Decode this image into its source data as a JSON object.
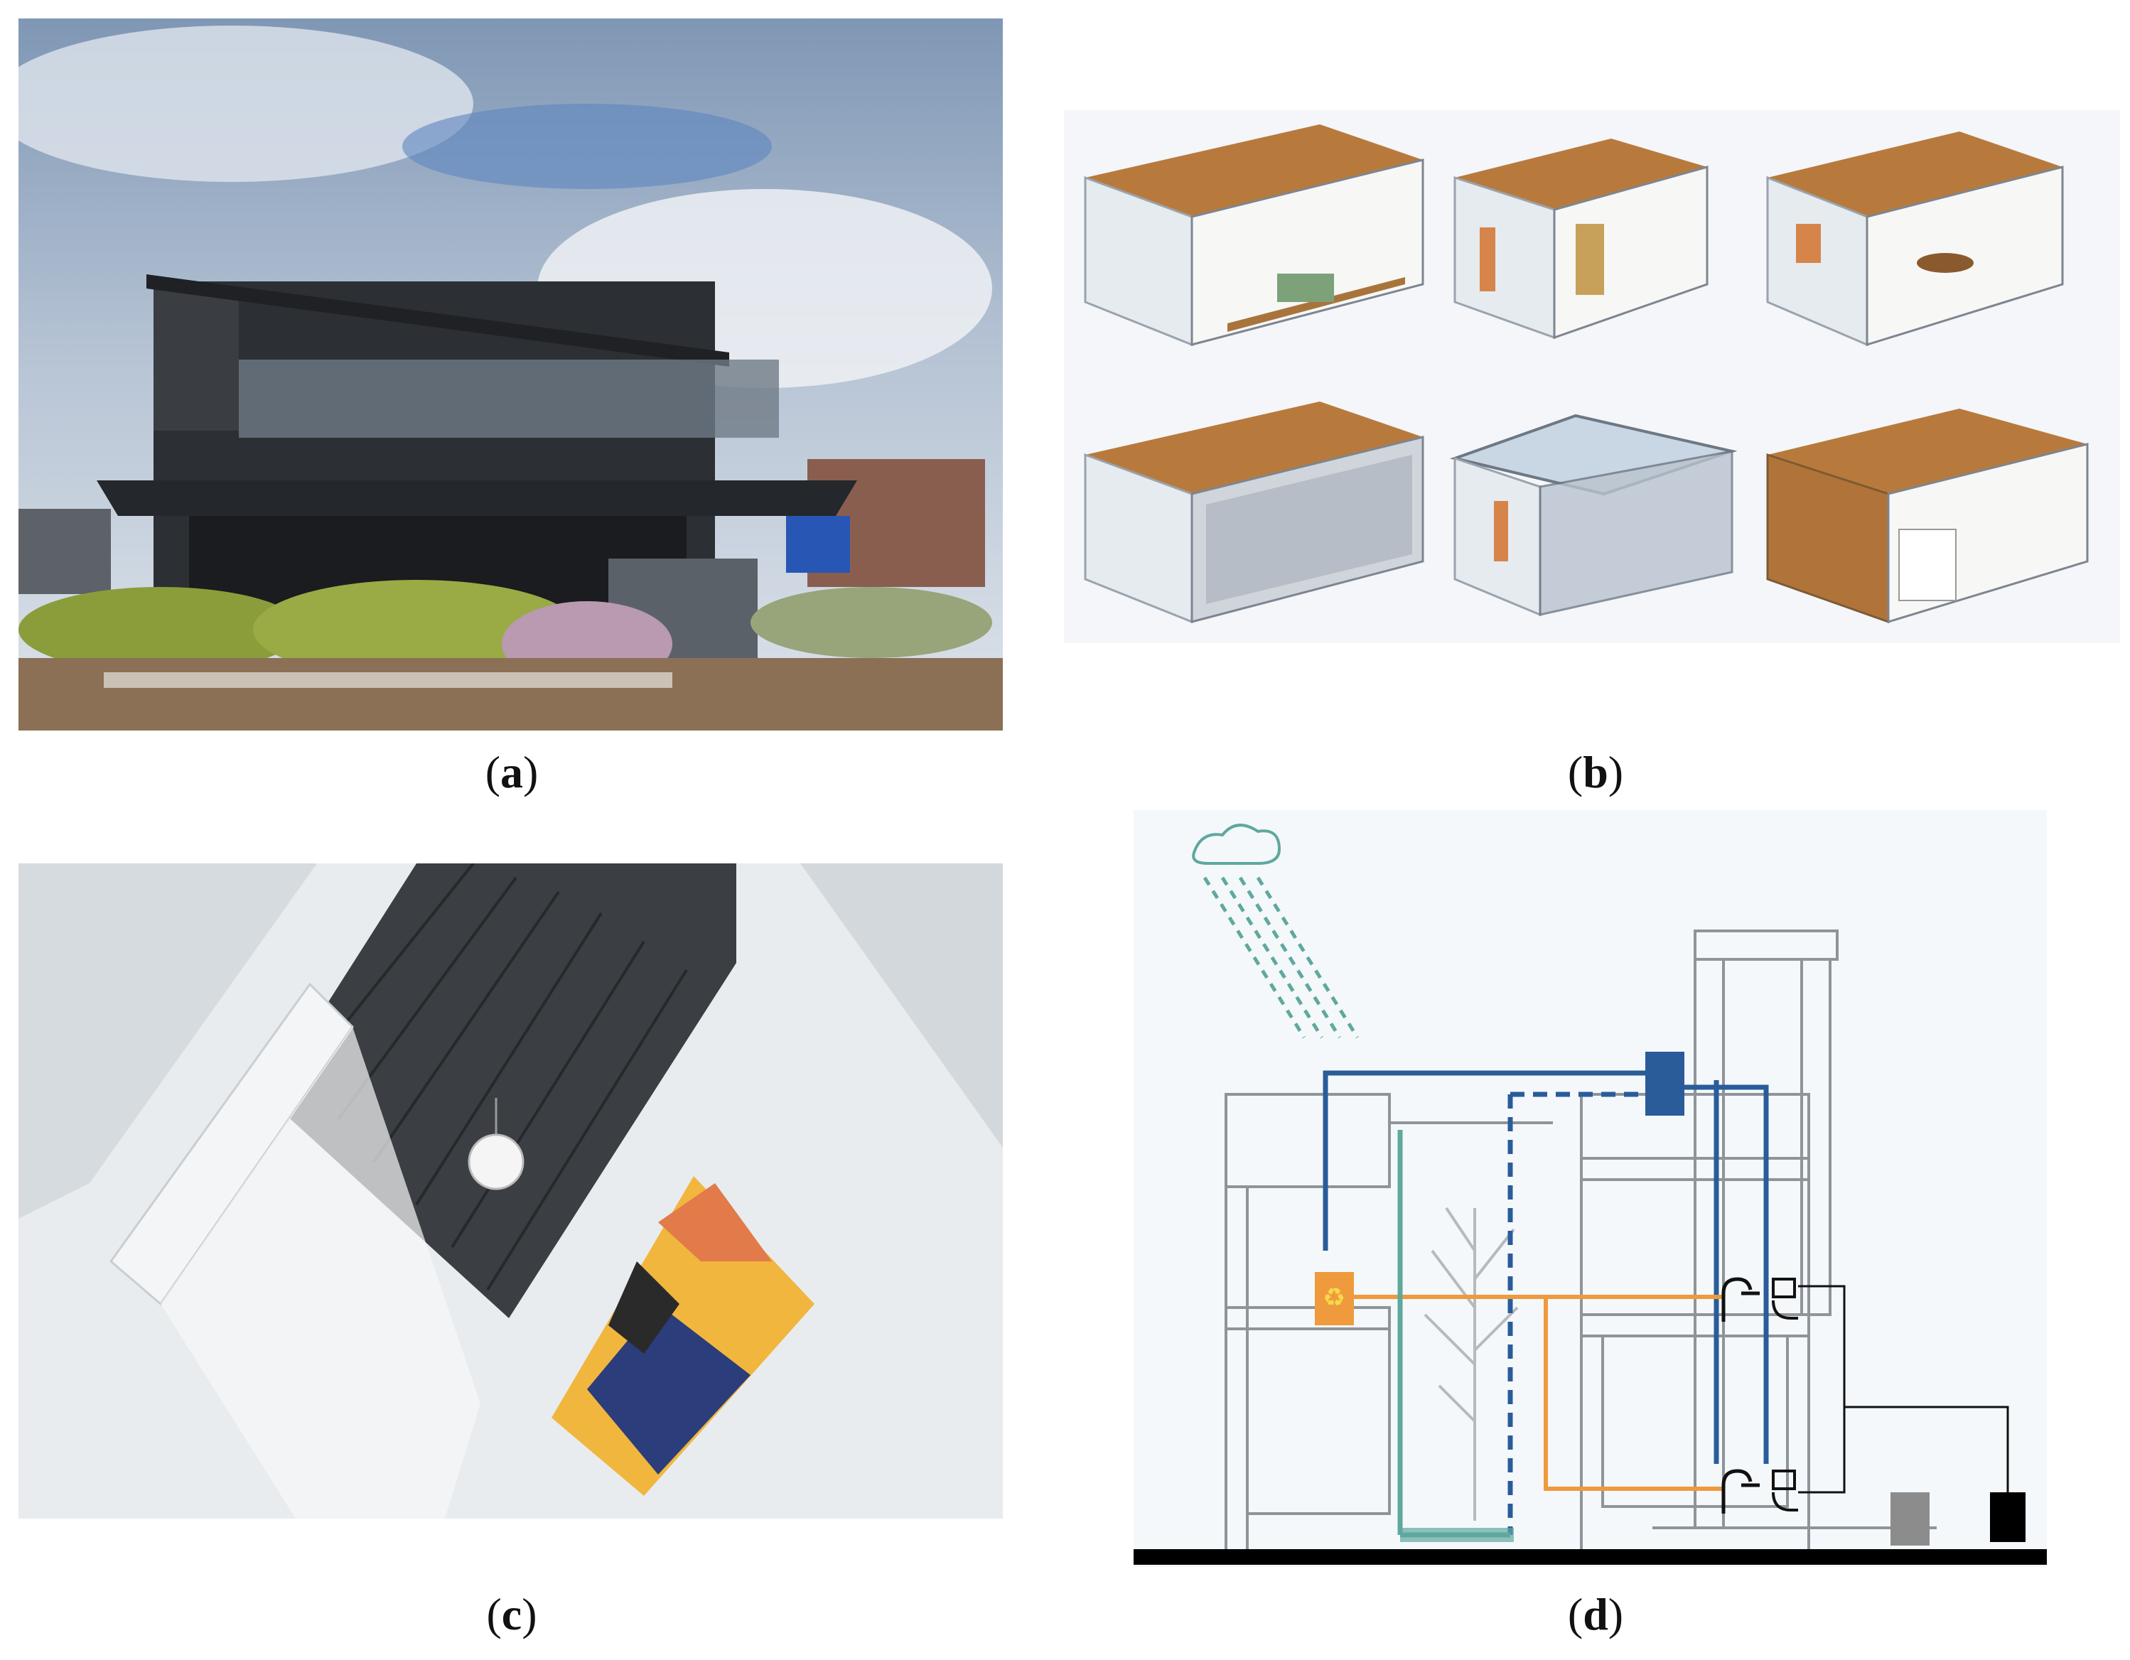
{
  "figure": {
    "panels": [
      {
        "id": "a",
        "caption": "a",
        "content": "photo"
      },
      {
        "id": "b",
        "caption": "b",
        "content": "isometric-modules"
      },
      {
        "id": "c",
        "caption": "c",
        "content": "photo"
      },
      {
        "id": "d",
        "caption": "d",
        "content": "water-system-section"
      }
    ]
  },
  "colors": {
    "sky": "#8fa8c4",
    "house": "#2c2f33",
    "wood": "#b87a3c",
    "siding": "#e6ebf0",
    "blue_pipe": "#2a5c9a",
    "orange_pipe": "#ee9a3d",
    "teal_pipe": "#5fa89e",
    "ground": "#000000"
  }
}
